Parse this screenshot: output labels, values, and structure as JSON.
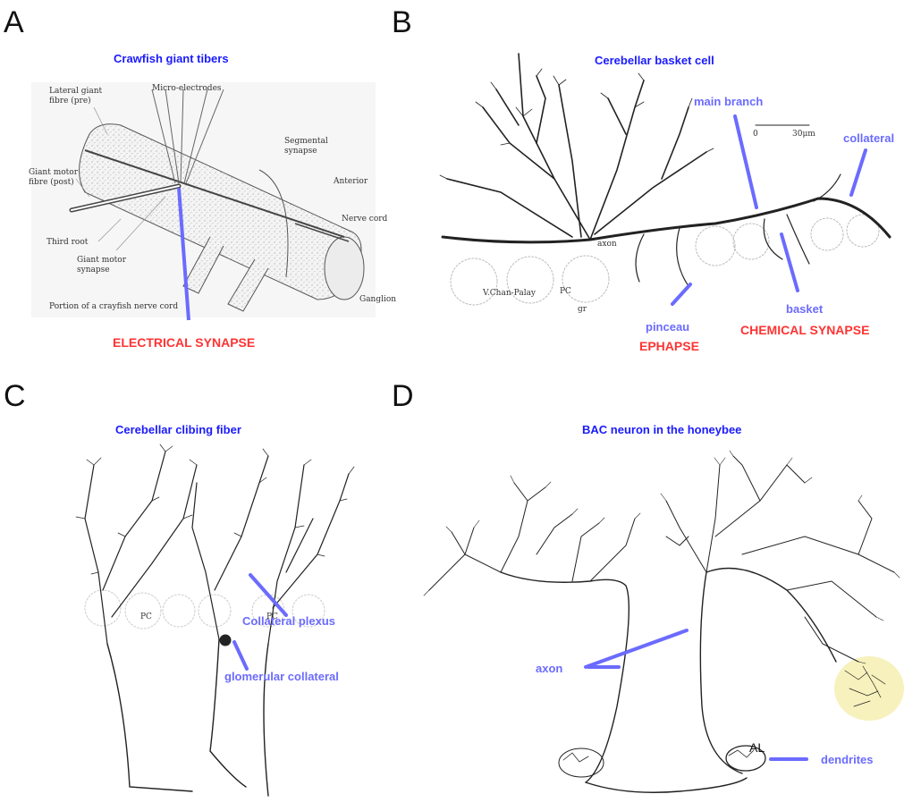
{
  "panels": {
    "A": {
      "letter": "A",
      "title": "Crawfish giant tibers",
      "drawing_labels": {
        "lateral_giant": [
          "Lateral giant",
          "fibre (pre)"
        ],
        "micro_electrodes": "Micro-electrodes",
        "segmental": [
          "Segmental",
          "synapse"
        ],
        "anterior": "Anterior",
        "giant_motor": [
          "Giant motor",
          "fibre (post)"
        ],
        "nerve_cord": "Nerve cord",
        "third_root": "Third root",
        "giant_motor_synapse": [
          "Giant motor",
          "synapse"
        ],
        "ganglion": "Ganglion",
        "portion": "Portion of a crayfish nerve cord"
      },
      "annotation": "ELECTRICAL SYNAPSE"
    },
    "B": {
      "letter": "B",
      "title": "Cerebellar basket cell",
      "labels": {
        "main_branch": "main branch",
        "collateral": "collateral",
        "basket": "basket",
        "pinceau": "pinceau"
      },
      "scale_zero": "0",
      "scale_label": "30μm",
      "drawing_labels": {
        "axon": "axon",
        "pc": "PC",
        "gr": "gr",
        "author": "V.Chan-Palay"
      },
      "annotations": {
        "ephapse": "EPHAPSE",
        "chemical": "CHEMICAL SYNAPSE"
      }
    },
    "C": {
      "letter": "C",
      "title": "Cerebellar clibing fiber",
      "labels": {
        "plexus": "Collateral plexus",
        "glomerular": "glomerular collateral"
      },
      "drawing_labels": {
        "pc1": "PC",
        "pc2": "PC"
      }
    },
    "D": {
      "letter": "D",
      "title": "BAC neuron in the honeybee",
      "labels": {
        "axon": "axon",
        "dendrites": "dendrites",
        "al": "AL"
      }
    }
  },
  "colors": {
    "title": "#1a1aff",
    "label": "#6b6bff",
    "annotation": "#ff3333",
    "highlight": "#f6eeb1"
  }
}
